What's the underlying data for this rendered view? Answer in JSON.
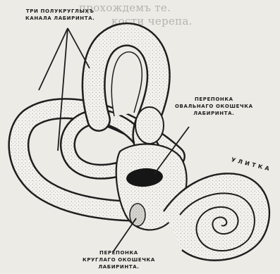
{
  "page_text": {
    "line_top": "прохождемъ те.",
    "line_second": "кости черепа."
  },
  "labels": {
    "canals": [
      "ТРИ ПОЛУКРУГЛЫХЪ",
      "КАНАЛА ЛАБИРИНТА."
    ],
    "oval_window": [
      "ПЕРЕПОНКА",
      "ОВАЛЬНАГО ОКОШЕЧКА",
      "ЛАБИРИНТА."
    ],
    "cochlea": "УЛИТКА",
    "round_window": [
      "ПЕРЕПОНКА",
      "КРУГЛАГО ОКОШЕЧКА",
      "ЛАБИРИНТА."
    ]
  }
}
